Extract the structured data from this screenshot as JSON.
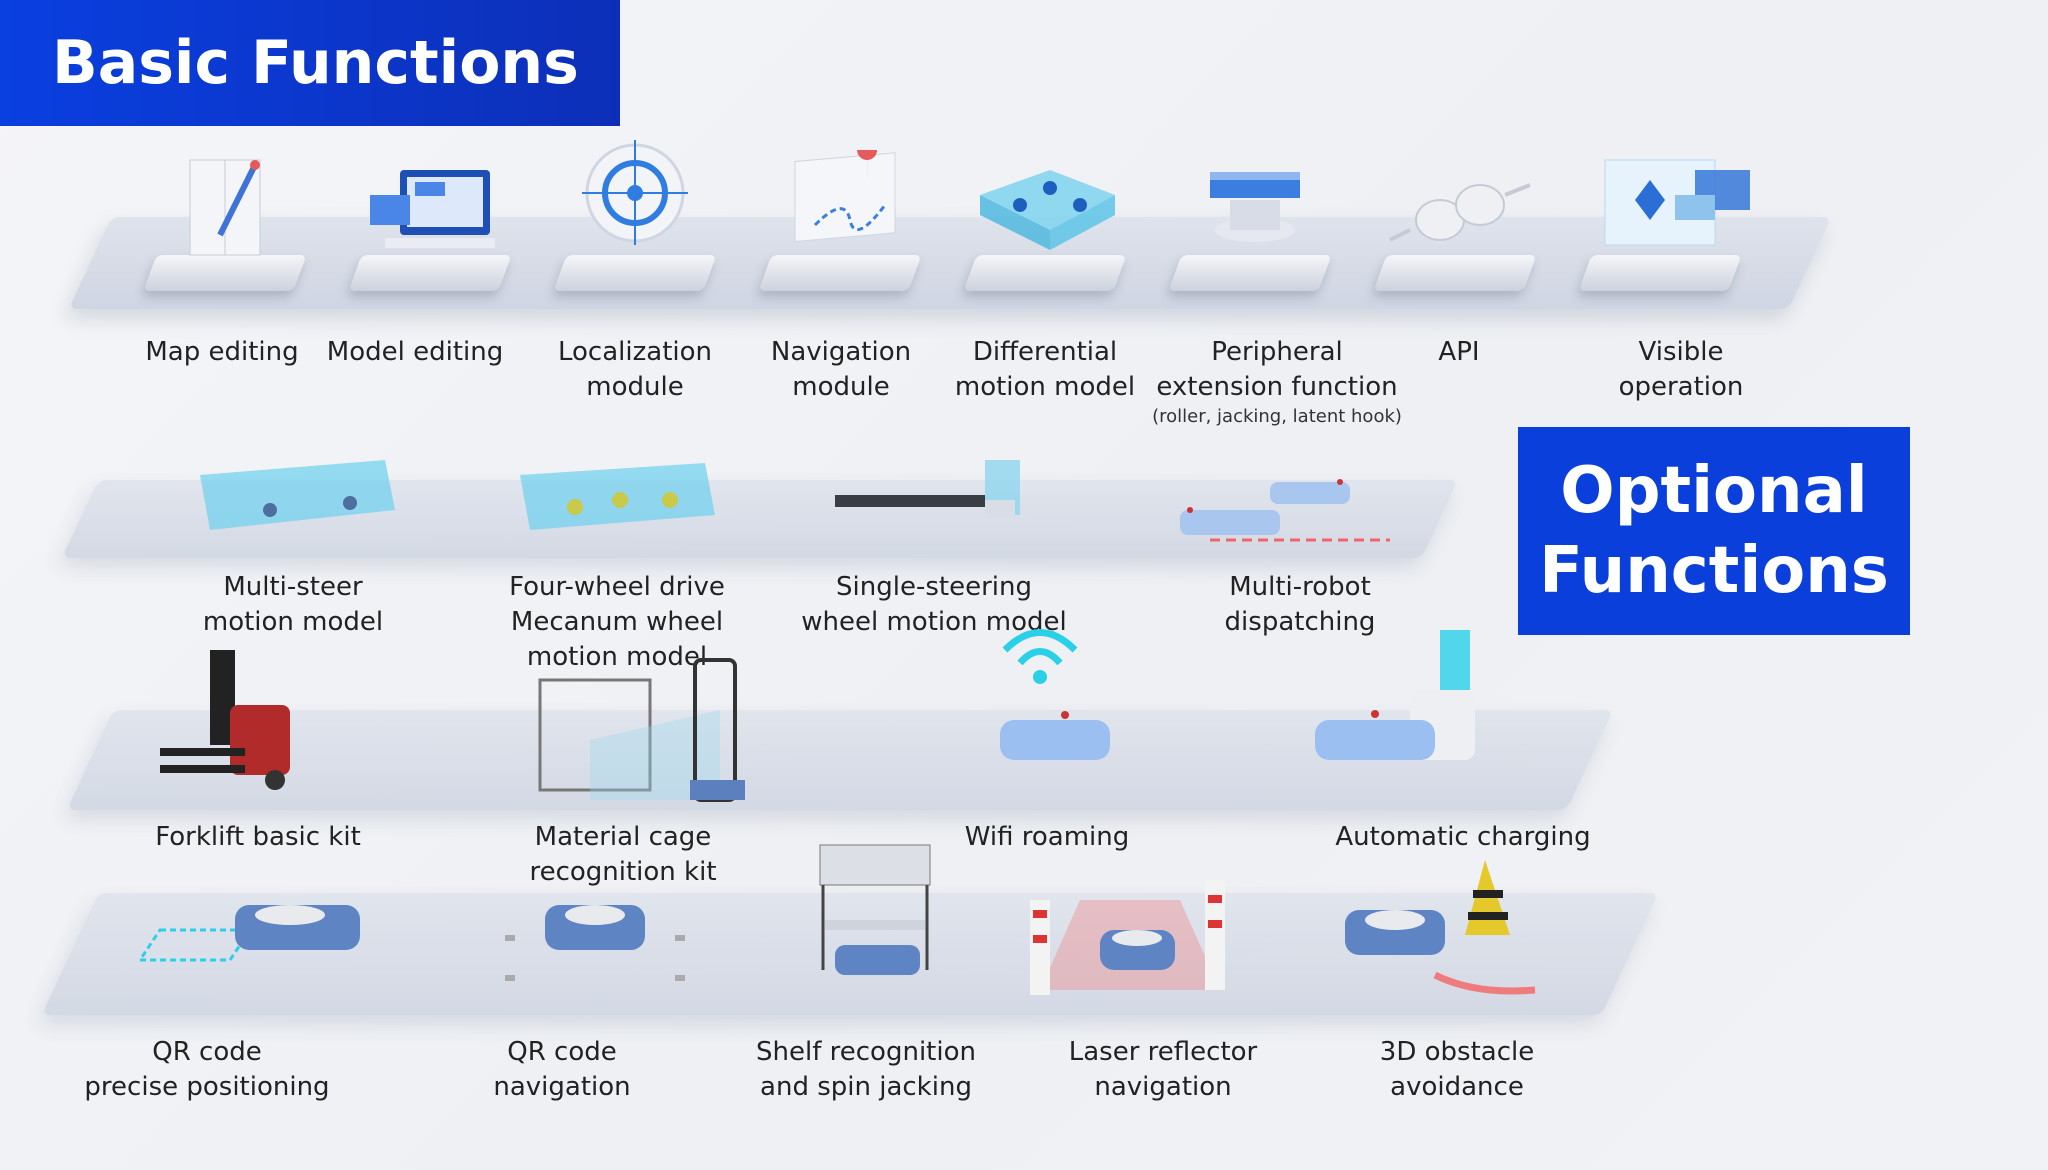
{
  "banners": {
    "basic": "Basic Functions",
    "optional_line1": "Optional",
    "optional_line2": "Functions"
  },
  "basic_functions": [
    {
      "line1": "Map editing",
      "line2": ""
    },
    {
      "line1": "Model editing",
      "line2": ""
    },
    {
      "line1": "Localization",
      "line2": "module"
    },
    {
      "line1": "Navigation",
      "line2": "module"
    },
    {
      "line1": "Differential",
      "line2": "motion model"
    },
    {
      "line1": "Peripheral",
      "line2": "extension function",
      "note": "(roller, jacking, latent hook)"
    },
    {
      "line1": "API",
      "line2": ""
    },
    {
      "line1": "Visible",
      "line2": "operation"
    }
  ],
  "optional_row1": [
    {
      "line1": "Multi-steer",
      "line2": "motion model",
      "line3": ""
    },
    {
      "line1": "Four-wheel drive",
      "line2": "Mecanum wheel",
      "line3": "motion model"
    },
    {
      "line1": "Single-steering",
      "line2": "wheel motion model",
      "line3": ""
    },
    {
      "line1": "Multi-robot",
      "line2": "dispatching",
      "line3": ""
    }
  ],
  "optional_row2": [
    {
      "line1": "Forklift basic kit",
      "line2": ""
    },
    {
      "line1": "Material cage",
      "line2": "recognition kit"
    },
    {
      "line1": "Wifi roaming",
      "line2": ""
    },
    {
      "line1": "Automatic charging",
      "line2": ""
    }
  ],
  "optional_row3": [
    {
      "line1": "QR code",
      "line2": "precise positioning"
    },
    {
      "line1": "QR code",
      "line2": "navigation"
    },
    {
      "line1": "Shelf recognition",
      "line2": "and spin jacking"
    },
    {
      "line1": "Laser reflector",
      "line2": "navigation"
    },
    {
      "line1": "3D obstacle",
      "line2": "avoidance"
    }
  ],
  "colors": {
    "banner_blue": "#0a3fdc",
    "platform": "#d6dbe5",
    "accent_cyan": "#3cc8e8",
    "robot_blue": "#7aa4e0",
    "warning_red": "#e23b3b"
  }
}
